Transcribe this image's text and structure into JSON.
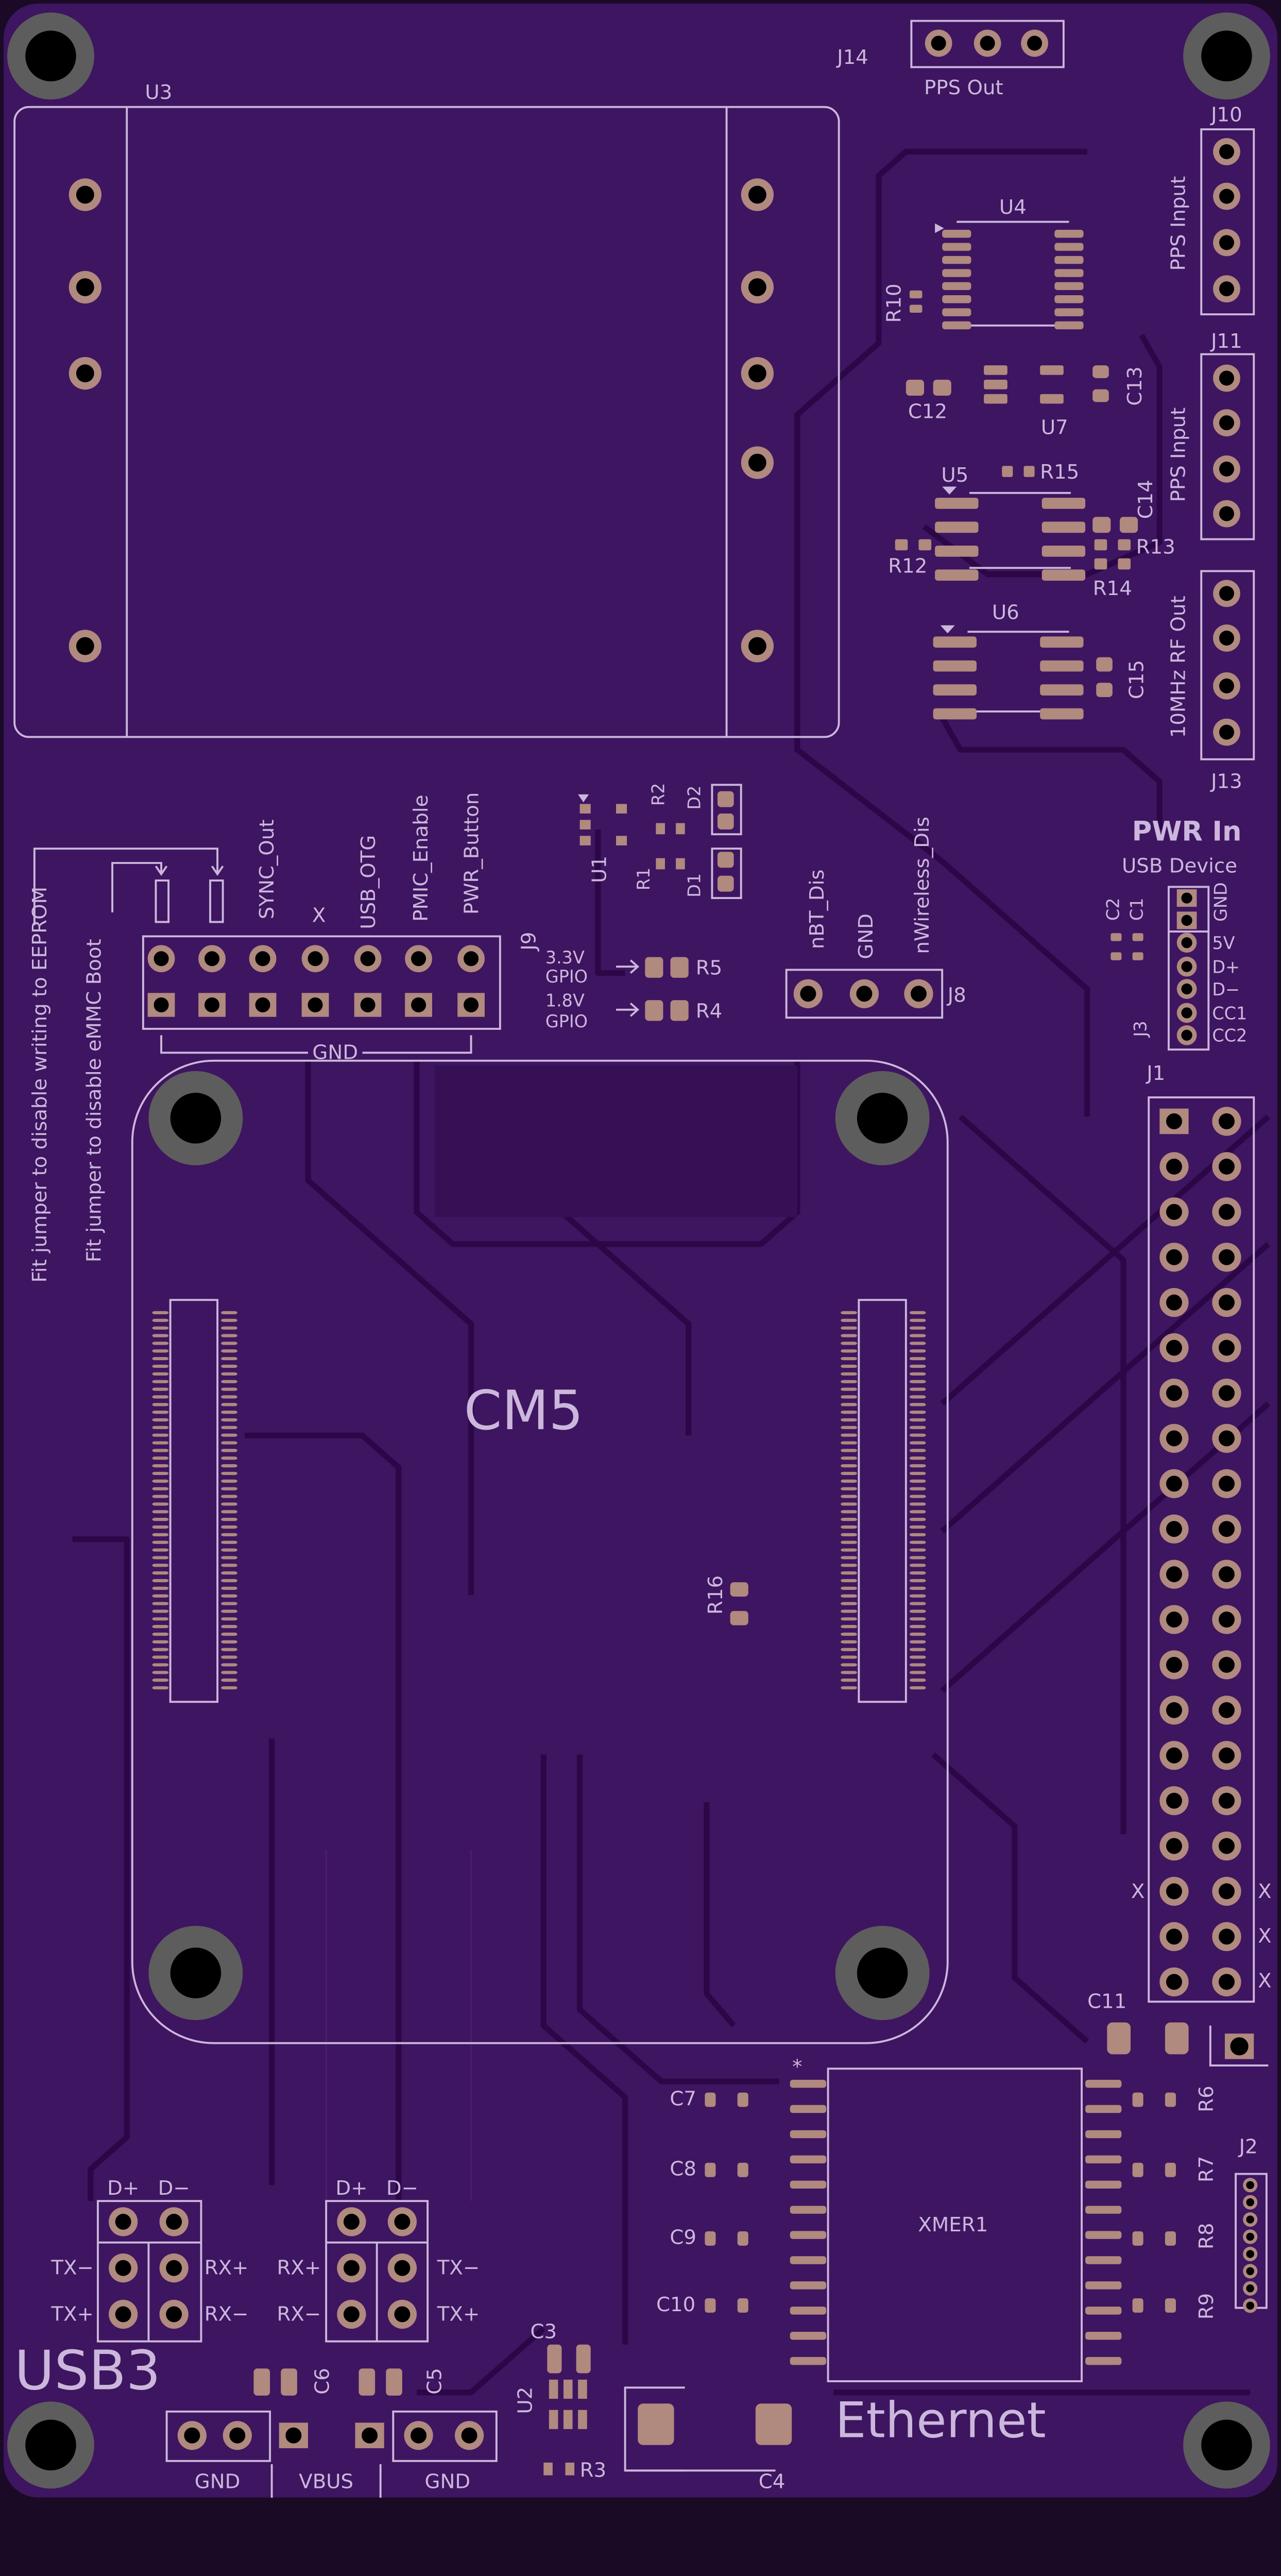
{
  "colors": {
    "board": "#3e1560",
    "trace": "#2c0748",
    "silkscreen": "#cbb7dc",
    "pad": "#b0897f",
    "mounting_hole": "#5d5d5d"
  },
  "refs": {
    "U3": "U3",
    "J14": "J14",
    "J10": "J10",
    "U4": "U4",
    "R10": "R10",
    "C12": "C12",
    "U7": "U7",
    "C13": "C13",
    "J11": "J11",
    "U5": "U5",
    "R15": "R15",
    "C14": "C14",
    "R13": "R13",
    "R12": "R12",
    "R14": "R14",
    "U6": "U6",
    "C15": "C15",
    "J13": "J13",
    "C2": "C2",
    "C1": "C1",
    "J3": "J3",
    "J1": "J1",
    "J9": "J9",
    "U1": "U1",
    "R1": "R1",
    "D1": "D1",
    "R2": "R2",
    "D2": "D2",
    "R5": "R5",
    "R4": "R4",
    "J8": "J8",
    "R16": "R16",
    "C11": "C11",
    "XMER1": "XMER1",
    "C7": "C7",
    "C8": "C8",
    "C9": "C9",
    "C10": "C10",
    "R6": "R6",
    "R7": "R7",
    "R8": "R8",
    "R9": "R9",
    "J2": "J2",
    "C6": "C6",
    "C5": "C5",
    "C3": "C3",
    "U2": "U2",
    "R3": "R3",
    "C4": "C4"
  },
  "labels": {
    "pps_out": "PPS Out",
    "pps_input_j10": "PPS Input",
    "pps_input_j11": "PPS Input",
    "rf_out": "10MHz RF Out",
    "pwr_in": "PWR In",
    "usb_device": "USB Device",
    "j3_pins": [
      "GND",
      "5V",
      "D+",
      "D−",
      "CC1",
      "CC2"
    ],
    "j1_x": "X",
    "j9_pins": [
      "SYNC_Out",
      "X",
      "USB_OTG",
      "PMIC_Enable",
      "PWR_Button"
    ],
    "j9_gnd": "GND",
    "eeprom_note": "Fit jumper to disable writing to EEPROM",
    "emmc_note": "Fit jumper to disable eMMC Boot",
    "gpio_3v3": "3.3V",
    "gpio_1v8": "1.8V",
    "gpio": "GPIO",
    "j8_pins": [
      "nBT_Dis",
      "GND",
      "nWireless_Dis"
    ],
    "cm5": "CM5",
    "xmer_pin1": "*",
    "usb_left": {
      "dp": "D+",
      "dm": "D−",
      "tx_minus": "TX−",
      "tx_plus": "TX+",
      "rx_plus": "RX+",
      "rx_minus": "RX−"
    },
    "usb_right": {
      "dp": "D+",
      "dm": "D−",
      "rx_plus": "RX+",
      "rx_minus": "RX−",
      "tx_minus": "TX−",
      "tx_plus": "TX+"
    },
    "usb3": "USB3",
    "power_header": [
      "GND",
      "VBUS",
      "GND"
    ],
    "ethernet": "Ethernet"
  }
}
